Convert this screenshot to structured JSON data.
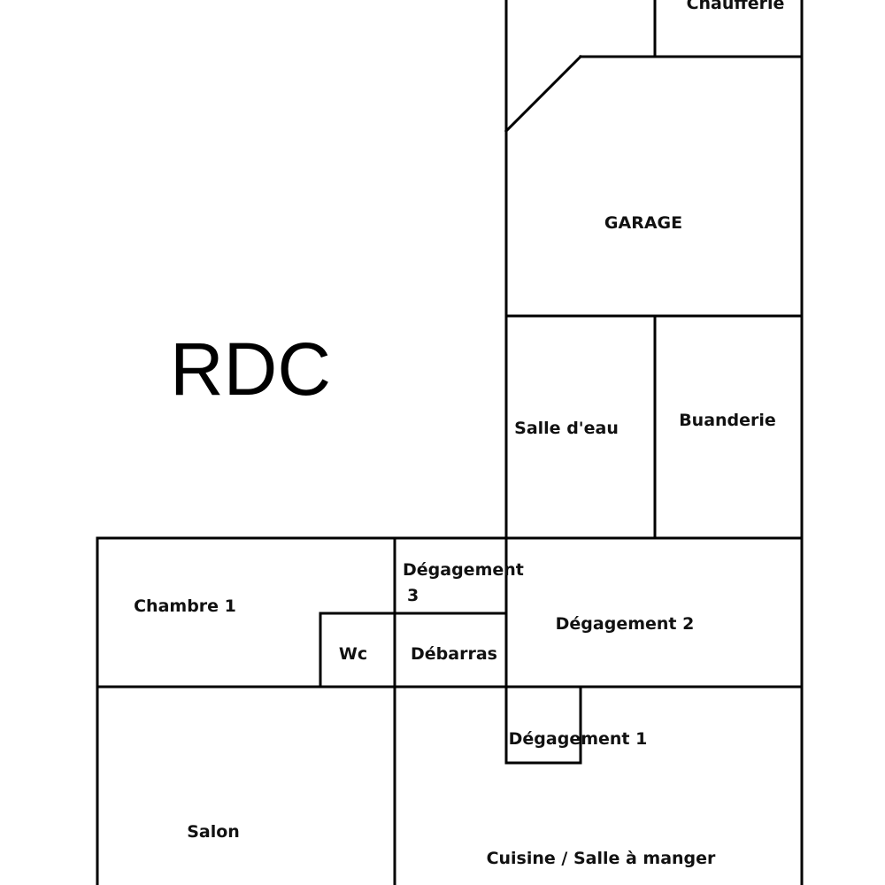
{
  "plan": {
    "title": "RDC",
    "rooms": {
      "chaufferie": "Chaufferie",
      "garage": "GARAGE",
      "salle_eau": "Salle d'eau",
      "buanderie": "Buanderie",
      "degagement3_line1": "Dégagement",
      "degagement3_line2": "3",
      "chambre1": "Chambre 1",
      "degagement2": "Dégagement 2",
      "wc": "Wc",
      "debarras": "Débarras",
      "degagement1": "Dégagement 1",
      "salon": "Salon",
      "cuisine": "Cuisine / Salle à manger"
    }
  }
}
